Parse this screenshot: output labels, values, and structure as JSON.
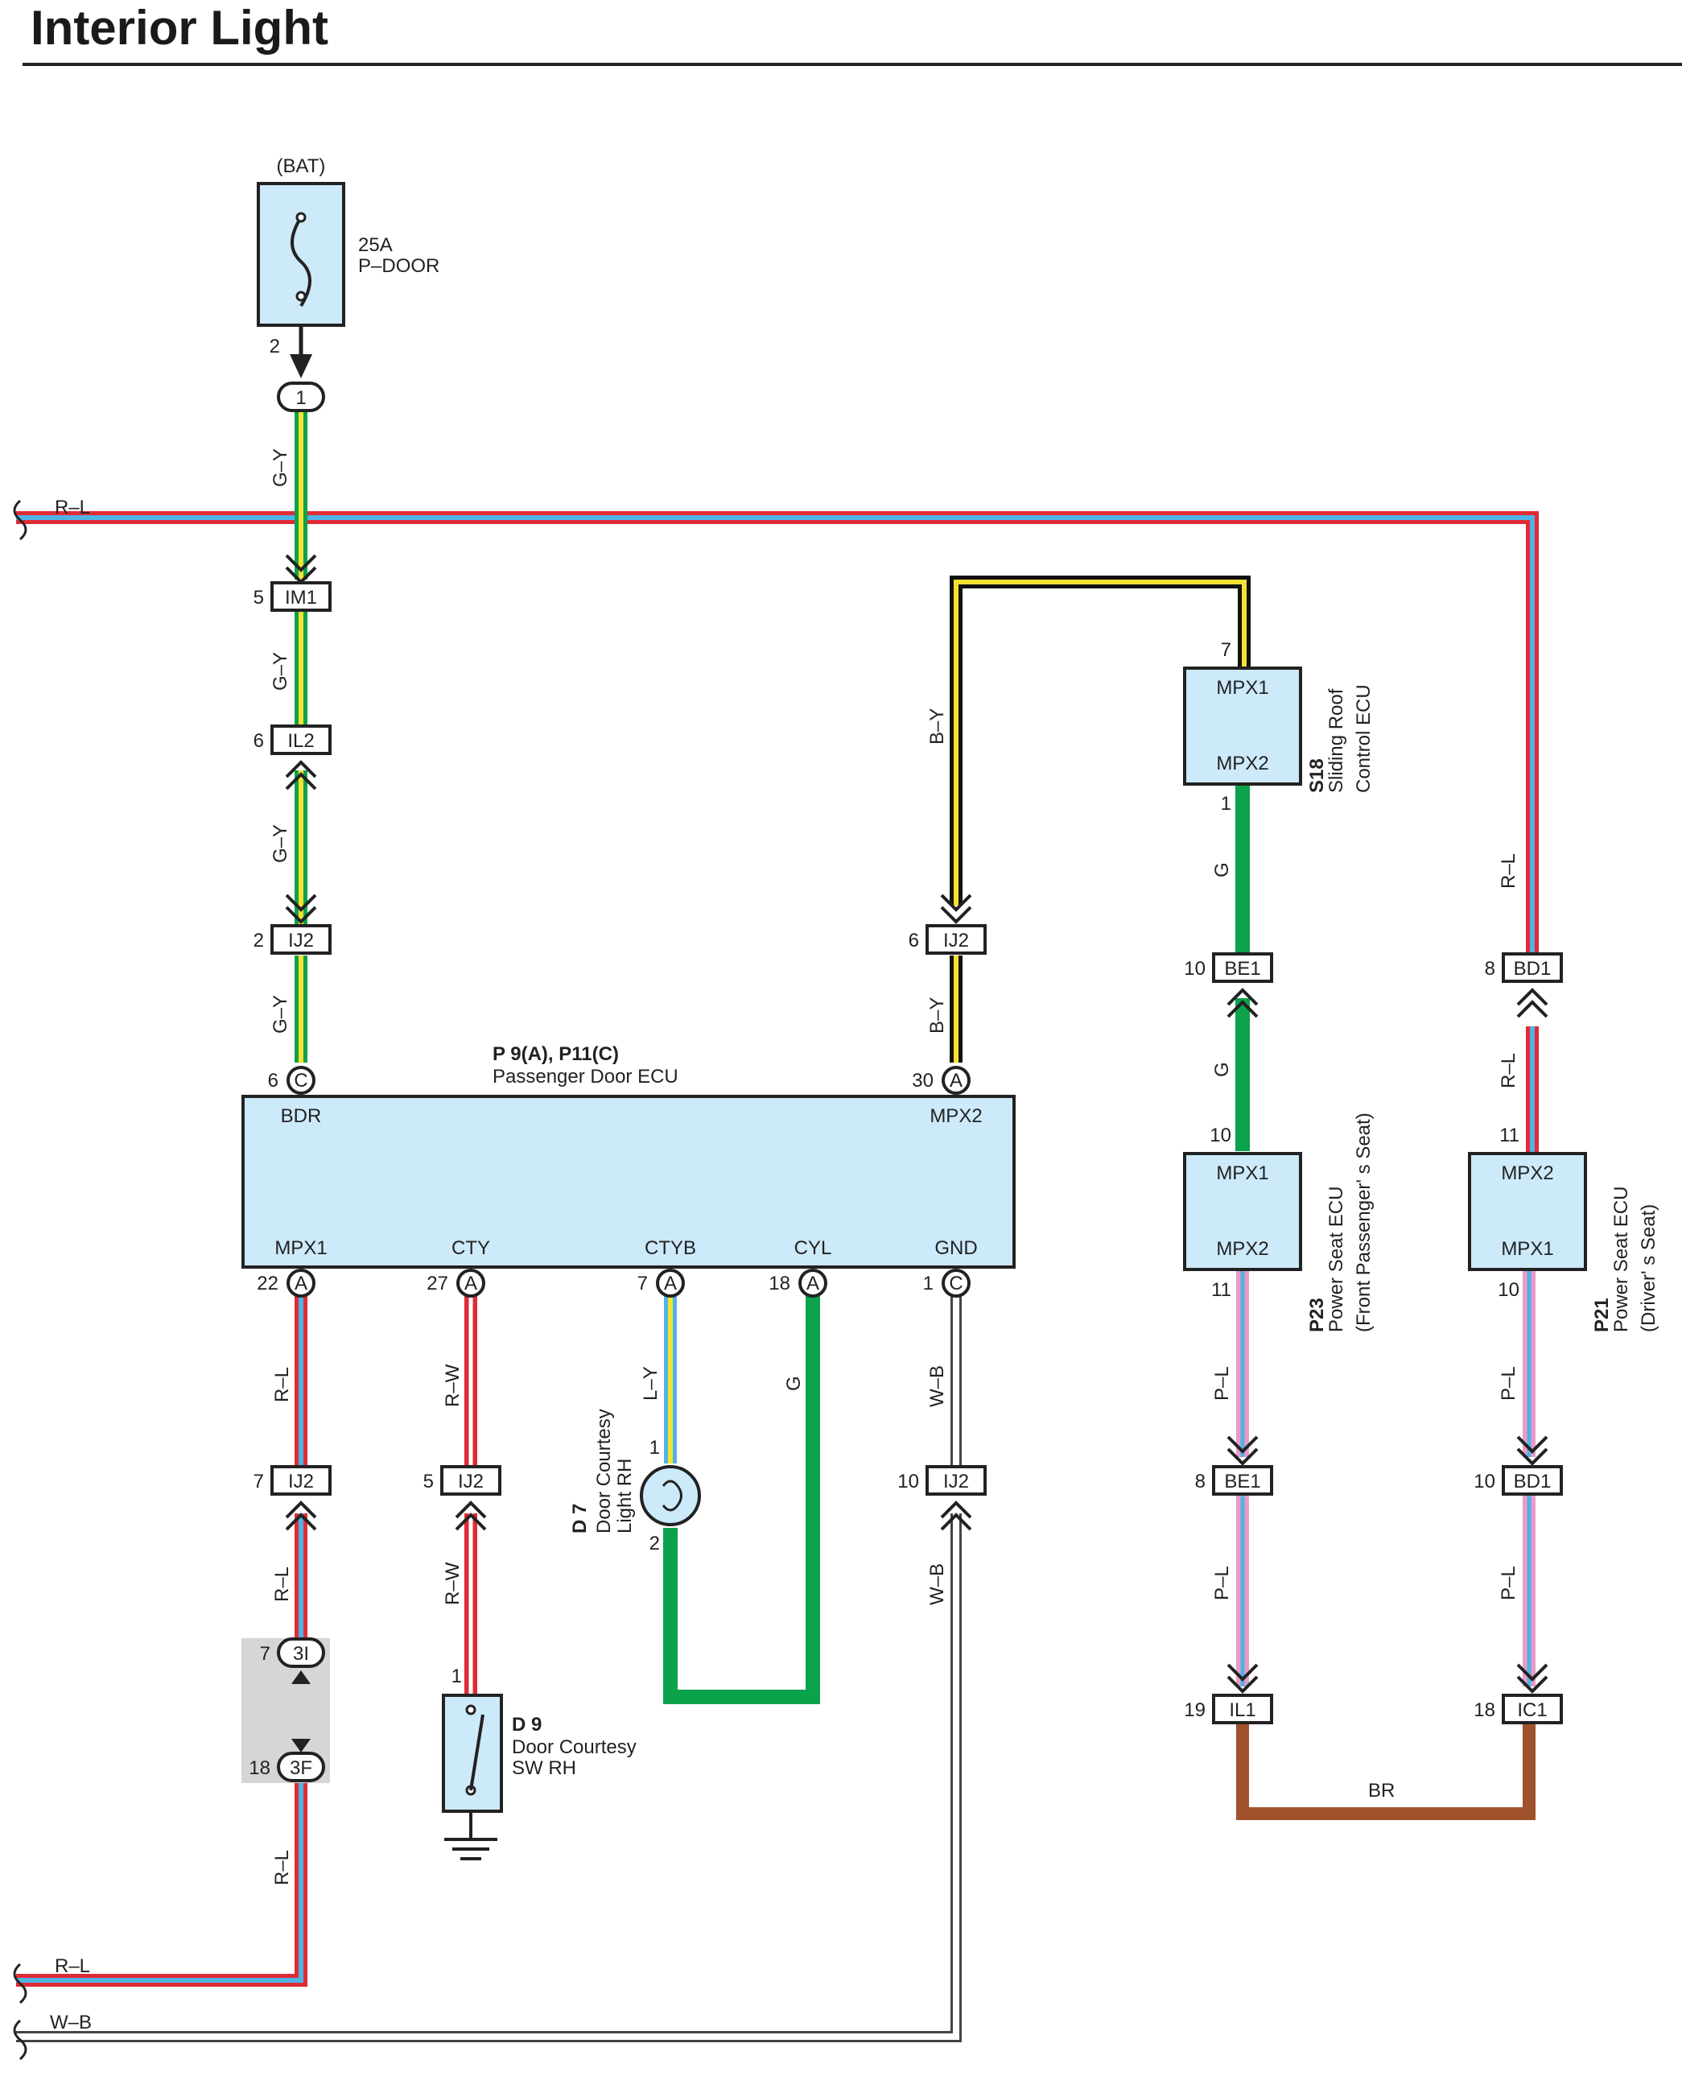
{
  "title": "Interior Light",
  "colors": {
    "red": "#e02b35",
    "light_blue": "#4fb3e6",
    "green": "#0aa24a",
    "yellow": "#f5e132",
    "black": "#111111",
    "white": "#ffffff",
    "pink": "#e99bc8",
    "brown": "#a0522d",
    "ecu_fill": "#cdeafa",
    "connector_shade": "#d6d6d6"
  },
  "power": {
    "source": "(BAT)",
    "fuse_rating": "25A",
    "fuse_name": "P–DOOR",
    "pin": "2",
    "connector": "1"
  },
  "wire_labels": {
    "r_l": "R–L",
    "g_y": "G–Y",
    "b_y": "B–Y",
    "g": "G",
    "r_w": "R–W",
    "l_y": "L–Y",
    "w_b": "W–B",
    "p_l": "P–L",
    "br": "BR"
  },
  "connectors": {
    "im1": "IM1",
    "il2": "IL2",
    "ij2": "IJ2",
    "be1": "BE1",
    "bd1": "BD1",
    "il1": "IL1",
    "ic1": "IC1",
    "c3i": "3I",
    "c3f": "3F"
  },
  "pins": {
    "im1": "5",
    "il2": "6",
    "ij2_left": "2",
    "ij2_mpx": "6",
    "ecu_bdr": "6",
    "ecu_mpx2": "30",
    "ecu_mpx1": "22",
    "ecu_cty": "27",
    "ecu_ctyb": "7",
    "ecu_cyl": "18",
    "ecu_gnd": "1",
    "ij2_rl": "7",
    "ij2_rw": "5",
    "ij2_wb": "10",
    "c3i": "7",
    "c3f": "18",
    "s18_in": "7",
    "s18_out": "1",
    "be1_top": "10",
    "p23_in": "10",
    "p23_out": "11",
    "be1_bot": "8",
    "il1": "19",
    "bd1_top": "8",
    "p21_in": "11",
    "p21_out": "10",
    "bd1_bot": "10",
    "ic1": "18",
    "d7_1": "1",
    "d7_2": "2",
    "d9_1": "1"
  },
  "connector_letters": {
    "a": "A",
    "c": "C"
  },
  "ecu": {
    "code": "P 9(A), P11(C)",
    "name": "Passenger Door ECU",
    "terminals": {
      "bdr": "BDR",
      "mpx2": "MPX2",
      "mpx1": "MPX1",
      "cty": "CTY",
      "ctyb": "CTYB",
      "cyl": "CYL",
      "gnd": "GND"
    }
  },
  "s18": {
    "code": "S18",
    "name_line1": "Sliding Roof",
    "name_line2": "Control ECU",
    "top": "MPX1",
    "bottom": "MPX2"
  },
  "p23": {
    "code": "P23",
    "name_line1": "Power Seat ECU",
    "name_line2": "(Front Passenger' s Seat)",
    "top": "MPX1",
    "bottom": "MPX2"
  },
  "p21": {
    "code": "P21",
    "name_line1": "Power Seat ECU",
    "name_line2": "(Driver' s Seat)",
    "top": "MPX2",
    "bottom": "MPX1"
  },
  "d7": {
    "code": "D 7",
    "name_line1": "Door Courtesy",
    "name_line2": "Light RH"
  },
  "d9": {
    "code": "D 9",
    "name_line1": "Door Courtesy",
    "name_line2": "SW RH"
  }
}
